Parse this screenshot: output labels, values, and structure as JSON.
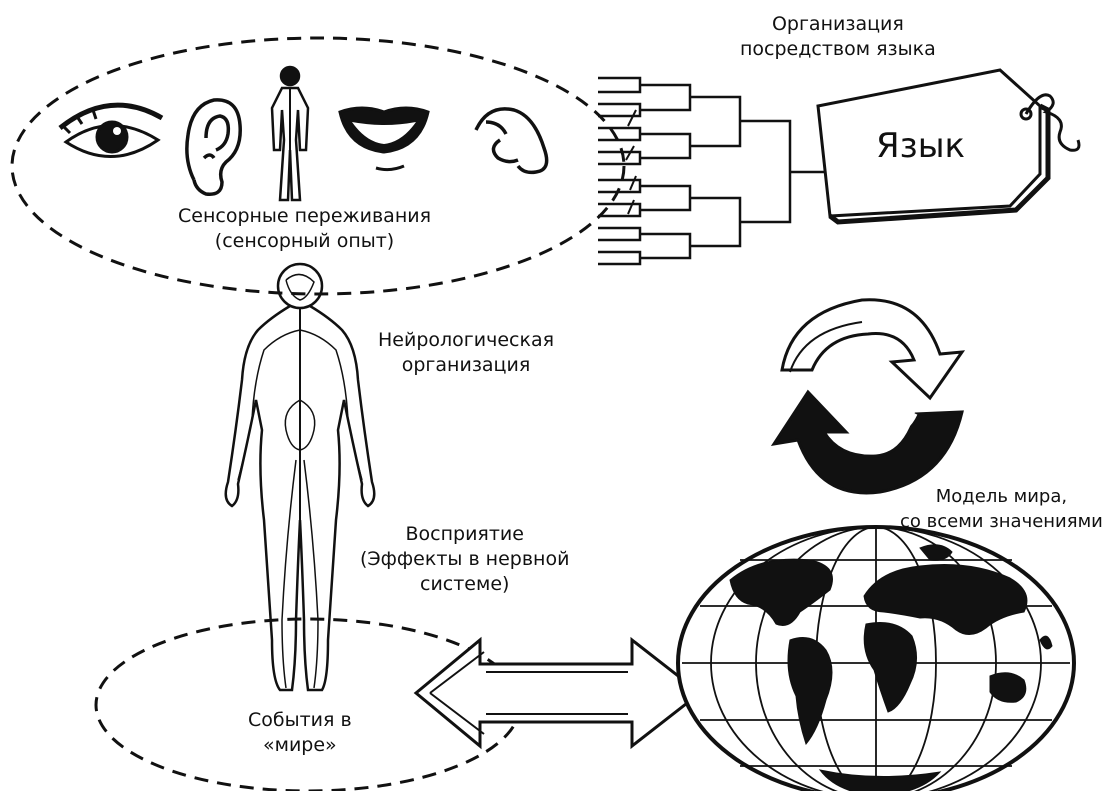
{
  "labels": {
    "language_org": [
      "Организация",
      "посредством языка"
    ],
    "sensory": [
      "Сенсорные переживания",
      "(сенсорный опыт)"
    ],
    "neuro": [
      "Нейрологическая",
      "организация"
    ],
    "perception": [
      "Восприятие",
      "(Эффекты в нервной",
      "системе)"
    ],
    "events": [
      "События в",
      "«мире»"
    ],
    "world_model": [
      "Модель мира,",
      "со всеми значениями"
    ],
    "tag": "Язык"
  },
  "icons": {
    "senses": [
      "eye-icon",
      "ear-icon",
      "body-icon",
      "mouth-icon",
      "nose-icon"
    ],
    "nervous_system": "human-nervous-system-icon",
    "globe": "world-map-globe-icon",
    "cycle": "cycle-arrows-icon",
    "exchange": "double-arrow-icon",
    "tree": "branching-tree-icon",
    "tag": "language-tag-icon"
  }
}
